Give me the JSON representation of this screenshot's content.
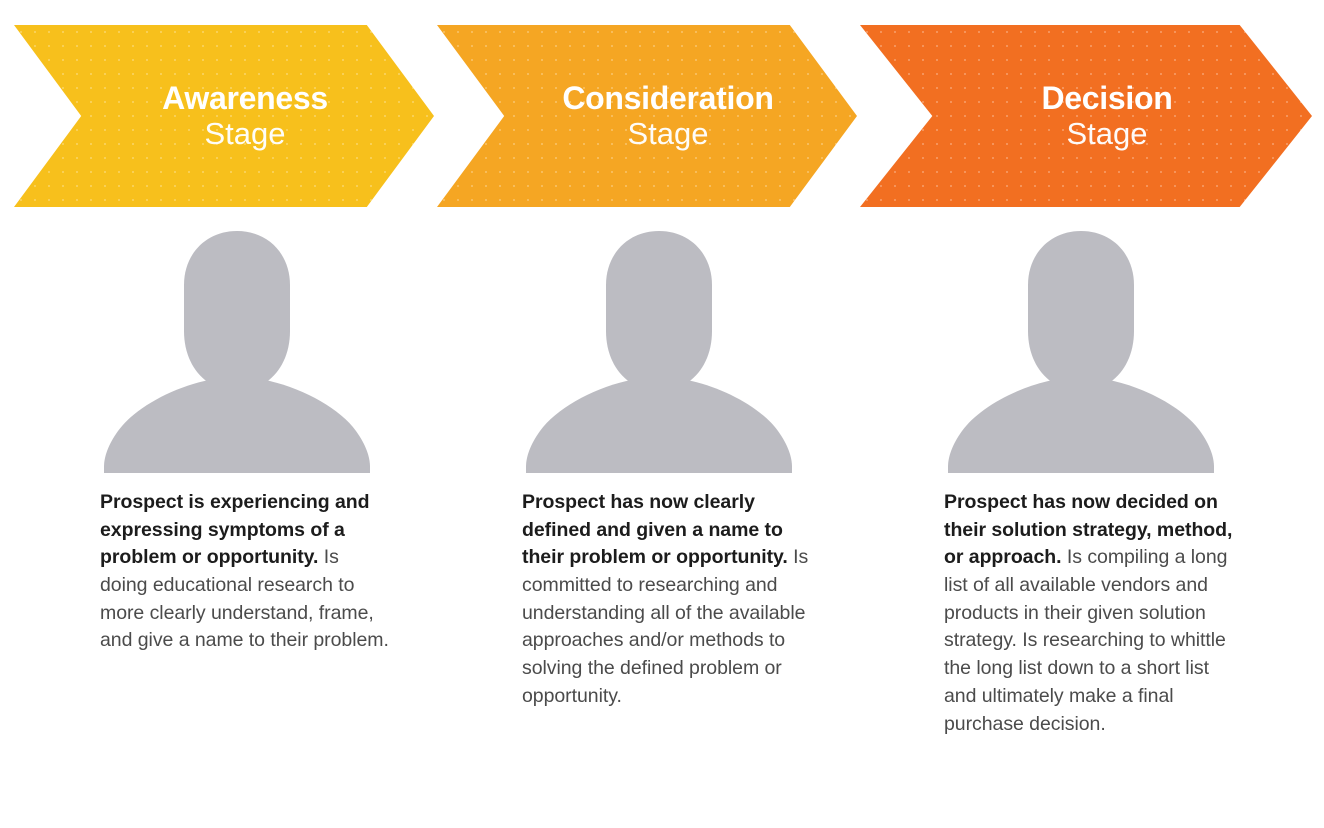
{
  "theme": {
    "background": "#ffffff",
    "avatar_color": "#bcbcc2",
    "body_text_color": "#4b4b4b",
    "lead_text_color": "#1c1c1c",
    "label_color": "#ffffff"
  },
  "stages": [
    {
      "id": "awareness",
      "title": "Awareness",
      "subtitle": "Stage",
      "color": "#F7C01C",
      "avatar_icon": "person-silhouette-icon",
      "lead": "Prospect is experiencing and expressing symptoms of a problem or opportunity.",
      "rest": " Is doing educational research to more clearly understand, frame, and give a name to their problem."
    },
    {
      "id": "consideration",
      "title": "Consideration",
      "subtitle": "Stage",
      "color": "#F5A623",
      "avatar_icon": "person-silhouette-icon",
      "lead": "Prospect has now clearly defined and given a name to their problem or opportunity.",
      "rest": " Is committed to researching and understanding all of the available approaches and/or methods to solving the defined problem or opportunity."
    },
    {
      "id": "decision",
      "title": "Decision",
      "subtitle": "Stage",
      "color": "#F26F21",
      "avatar_icon": "person-silhouette-icon",
      "lead": "Prospect has now decided on their solution strategy, method, or approach.",
      "rest": " Is compiling a long list of all available vendors and products in their given solution strategy. Is researching to whittle the long list down to a short list and ultimately make a final purchase decision."
    }
  ]
}
